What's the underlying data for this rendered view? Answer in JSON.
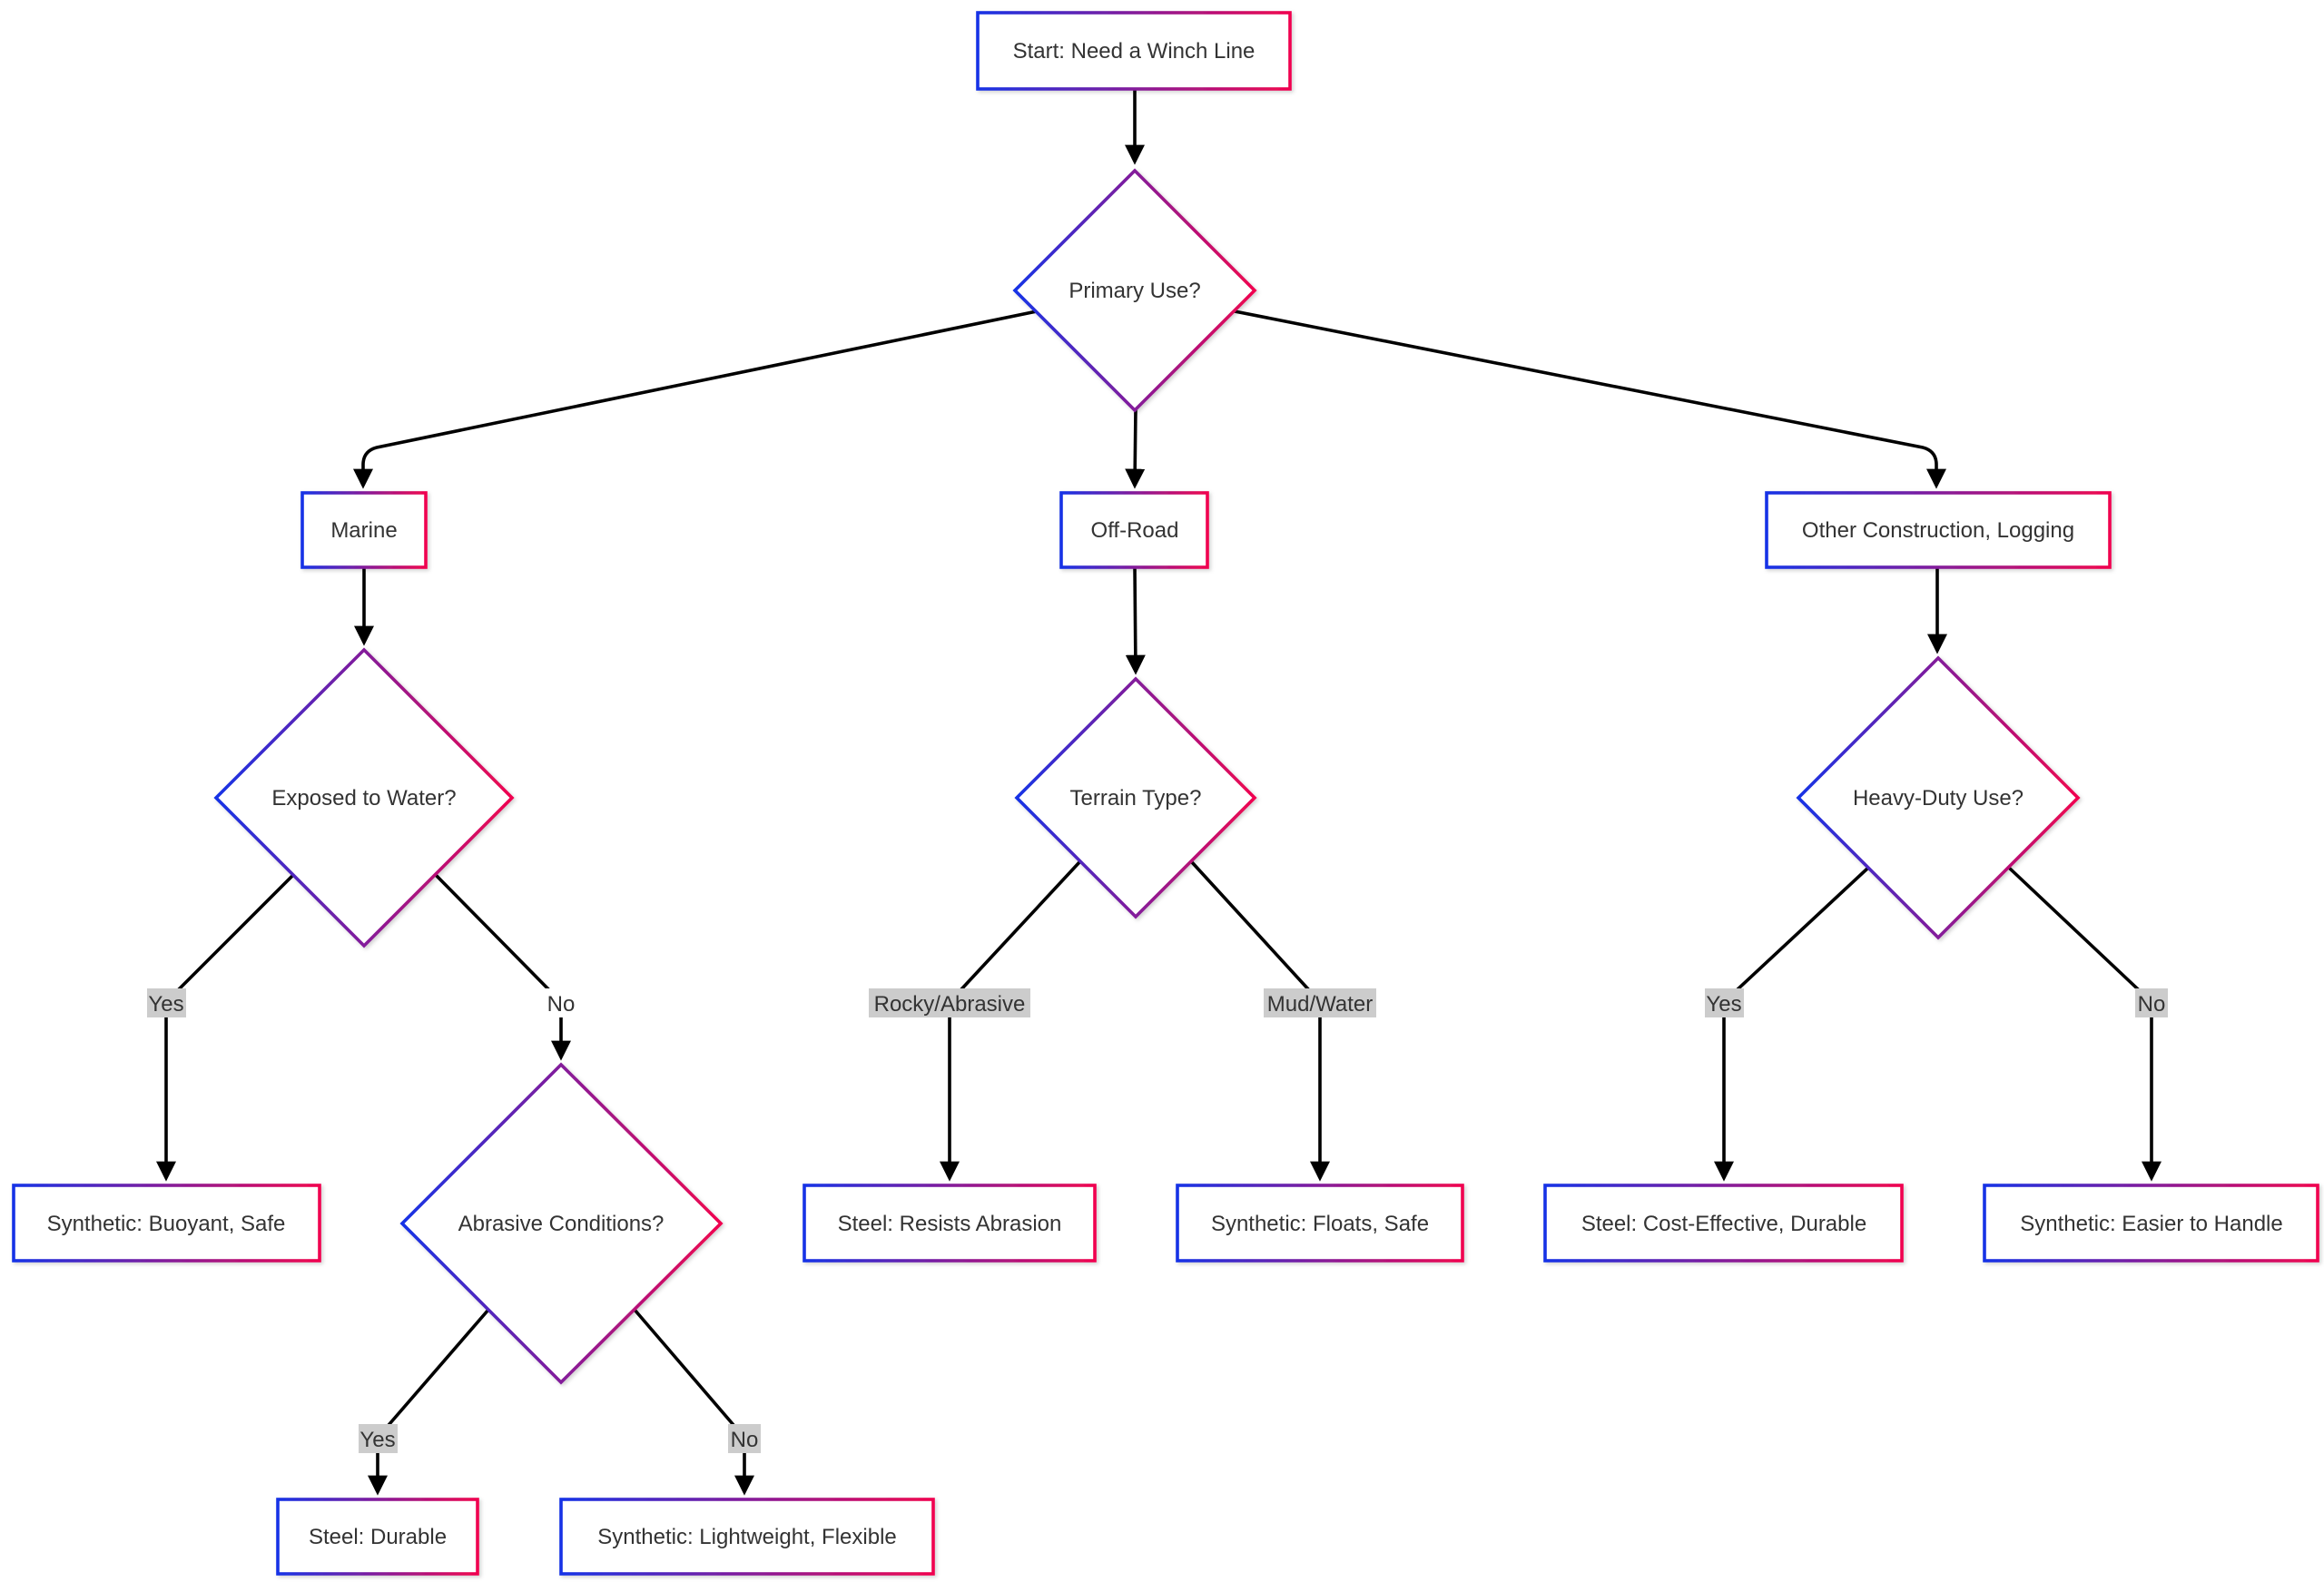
{
  "colors": {
    "gradient_start": "#1733e6",
    "gradient_end": "#f0054f",
    "edge": "#000000",
    "edge_label_bg": "#cccccc",
    "text": "#333333",
    "node_fill": "#ffffff"
  },
  "nodes": {
    "start": "Start: Need a Winch Line",
    "primary_use": "Primary Use?",
    "marine": "Marine",
    "off_road": "Off-Road",
    "other": "Other Construction, Logging",
    "exposed_water": "Exposed to Water?",
    "terrain_type": "Terrain Type?",
    "heavy_duty": "Heavy-Duty Use?",
    "synthetic_buoyant": "Synthetic: Buoyant, Safe",
    "abrasive_conditions": "Abrasive Conditions?",
    "steel_resists": "Steel: Resists Abrasion",
    "synthetic_floats": "Synthetic: Floats, Safe",
    "steel_cost": "Steel: Cost-Effective, Durable",
    "synthetic_easier": "Synthetic: Easier to Handle",
    "steel_durable": "Steel: Durable",
    "synthetic_lightweight": "Synthetic: Lightweight, Flexible"
  },
  "edge_labels": {
    "water_yes": "Yes",
    "water_no": "No",
    "terrain_rocky": "Rocky/Abrasive",
    "terrain_mud": "Mud/Water",
    "heavy_yes": "Yes",
    "heavy_no": "No",
    "abrasive_yes": "Yes",
    "abrasive_no": "No"
  }
}
